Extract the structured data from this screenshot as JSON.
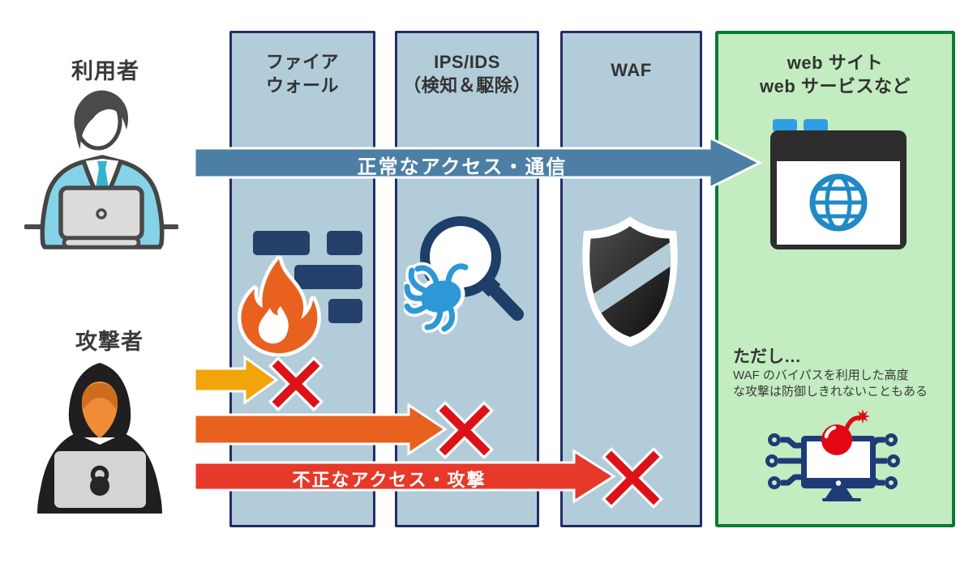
{
  "actors": {
    "user": {
      "label": "利用者"
    },
    "attacker": {
      "label": "攻撃者"
    }
  },
  "defense_layers": [
    {
      "line1": "ファイア",
      "line2": "ウォール"
    },
    {
      "line1": "IPS/IDS",
      "line2": "（検知＆駆除）"
    },
    {
      "line1": "WAF",
      "line2": ""
    }
  ],
  "destination": {
    "line1": "web サイト",
    "line2": "web サービスなど",
    "note_title": "ただし…",
    "note_line1": "WAF のバイパスを利用した高度",
    "note_line2": "な攻撃は防御しきれないこともある"
  },
  "flows": {
    "normal": {
      "label": "正常なアクセス・通信",
      "color": "#4d7fa4"
    },
    "attack": {
      "label": "不正なアクセス・攻撃",
      "color": "#e6392a"
    },
    "attack_blocked_firewall": {
      "color": "#f2a40b"
    },
    "attack_blocked_ips": {
      "color": "#e8611e"
    }
  },
  "colors": {
    "layer_fill": "#b2ccd9",
    "layer_border": "#232d64",
    "destination_fill": "#c3ecc0",
    "destination_border": "#0c7a38",
    "blocked_x": "#dd1217",
    "icon_navy": "#24406b",
    "icon_blue": "#2e97d6",
    "flame_orange": "#e8611e",
    "bomb_red": "#e20713"
  }
}
